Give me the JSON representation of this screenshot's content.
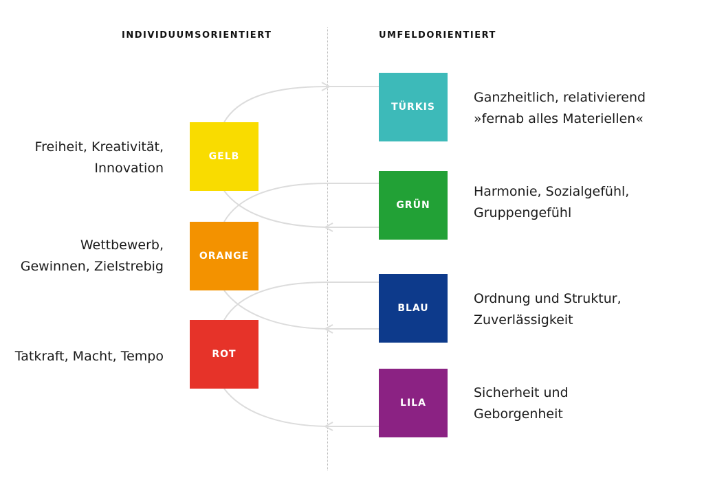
{
  "headings": {
    "left": "INDIVIDUUMSORIENTIERT",
    "right": "UMFELDORIENTIERT"
  },
  "levels": {
    "tuerkis": {
      "label": "TÜRKIS",
      "color": "#3dbab9",
      "lines": [
        "Ganzheitlich, relativierend",
        "»fernab alles Materiellen«"
      ]
    },
    "gelb": {
      "label": "GELB",
      "color": "#f9dc00",
      "lines": [
        "Freiheit, Kreativität,",
        "Innovation"
      ]
    },
    "gruen": {
      "label": "GRÜN",
      "color": "#22a136",
      "lines": [
        "Harmonie, Sozialgefühl,",
        "Gruppengefühl"
      ]
    },
    "orange": {
      "label": "ORANGE",
      "color": "#f39200",
      "lines": [
        "Wettbewerb,",
        "Gewinnen, Zielstrebig"
      ]
    },
    "blau": {
      "label": "BLAU",
      "color": "#0d3a8b",
      "lines": [
        "Ordnung und Struktur,",
        "Zuverlässigkeit"
      ]
    },
    "rot": {
      "label": "ROT",
      "color": "#e63329",
      "lines": [
        "Tatkraft, Macht, Tempo"
      ]
    },
    "lila": {
      "label": "LILA",
      "color": "#8b2283",
      "lines": [
        "Sicherheit und",
        "Geborgenheit"
      ]
    }
  },
  "connector_color": "#dcdcdc"
}
